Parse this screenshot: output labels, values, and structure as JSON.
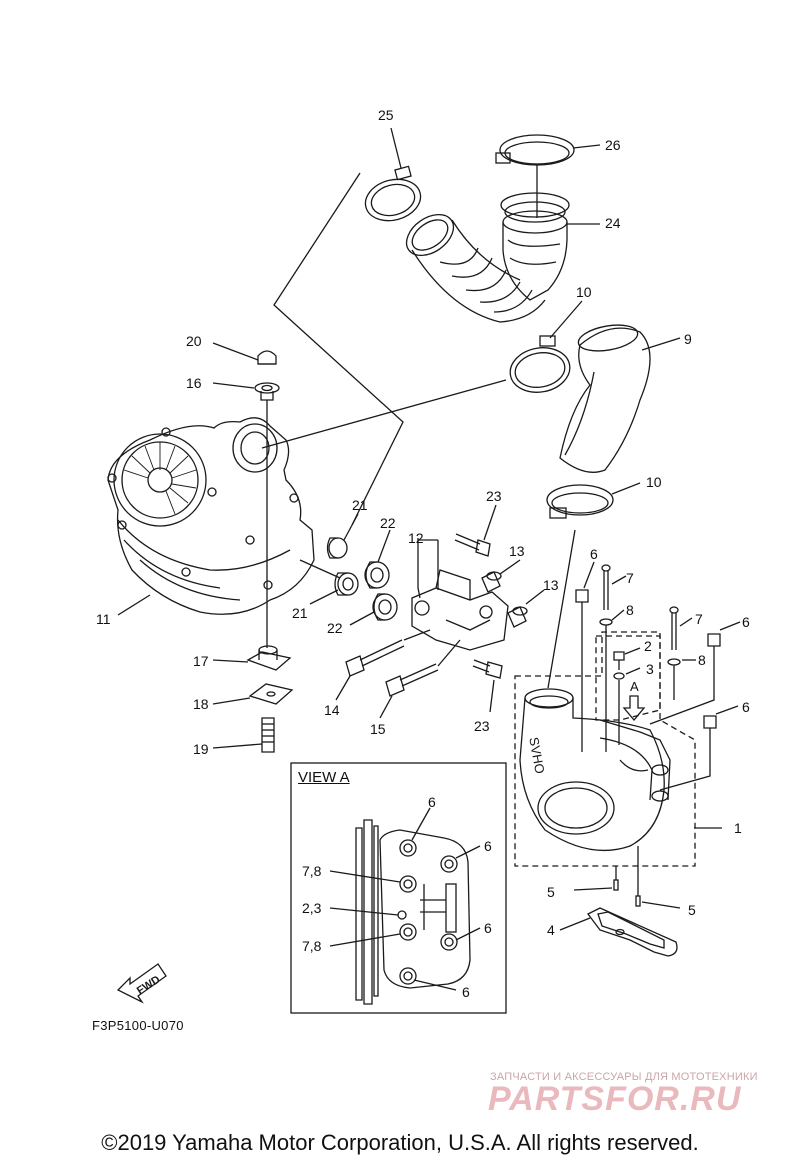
{
  "callouts": {
    "n1": "1",
    "n2": "2",
    "n3": "3",
    "n4": "4",
    "n5a": "5",
    "n5b": "5",
    "n6a": "6",
    "n6b": "6",
    "n6c": "6",
    "n7a": "7",
    "n7b": "7",
    "n8a": "8",
    "n8b": "8",
    "n9": "9",
    "n10a": "10",
    "n10b": "10",
    "n11": "11",
    "n12": "12",
    "n13a": "13",
    "n13b": "13",
    "n14": "14",
    "n15": "15",
    "n16": "16",
    "n17": "17",
    "n18": "18",
    "n19": "19",
    "n20": "20",
    "n21a": "21",
    "n21b": "21",
    "n22a": "22",
    "n22b": "22",
    "n23a": "23",
    "n23b": "23",
    "n24": "24",
    "n25": "25",
    "n26": "26",
    "arrowA": "A"
  },
  "view_a": {
    "title": "VIEW A",
    "labels": {
      "v6a": "6",
      "v6b": "6",
      "v78a": "7,8",
      "v23": "2,3",
      "v6c": "6",
      "v78b": "7,8",
      "v6d": "6"
    }
  },
  "fwd_label": "FWD",
  "diagram_code": "F3P5100-U070",
  "watermark": {
    "tagline": "ЗАПЧАСТИ И АКСЕССУАРЫ ДЛЯ МОТОТЕХНИКИ",
    "brand": "PARTSFOR.RU"
  },
  "copyright": "©2019 Yamaha Motor Corporation, U.S.A. All rights reserved.",
  "colors": {
    "line": "#1a1a1a",
    "watermark": "#e9b9bd"
  }
}
